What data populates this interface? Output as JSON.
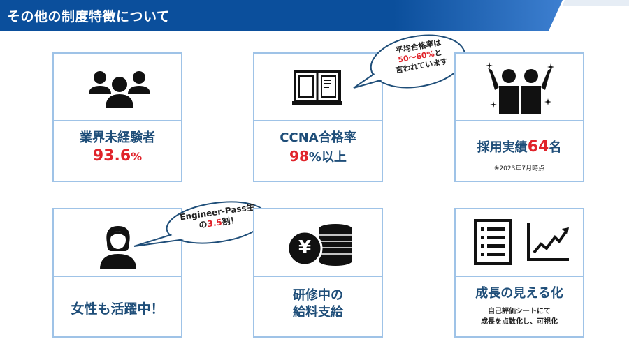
{
  "header": {
    "title": "その他の制度特徴について"
  },
  "cards": {
    "inexperienced": {
      "label": "業界未経験者",
      "value": "93.6",
      "unit": "%"
    },
    "ccna": {
      "label": "CCNA合格率",
      "value": "98",
      "unit": "%以上",
      "bubble": {
        "line1": "平均合格率は",
        "line2": "50～60%",
        "line3": "と",
        "line4": "言われています"
      }
    },
    "hires": {
      "label_pre": "採用実績",
      "value": "64",
      "unit": "名",
      "note": "※2023年7月時点"
    },
    "women": {
      "label": "女性も活躍中！",
      "bubble": {
        "line1": "Engineer-Pass生",
        "line2_pre": "の",
        "line2_value": "3.5",
        "line2_post": "割！"
      }
    },
    "salary": {
      "line1": "研修中の",
      "line2": "給料支給",
      "coin_symbol": "¥"
    },
    "growth": {
      "label": "成長の見える化",
      "note1": "自己評価シートにて",
      "note2": "成長を点数化し、可視化"
    }
  },
  "colors": {
    "header_blue": "#0b4f9c",
    "card_border": "#9fc3e7",
    "text_blue": "#1f4e79",
    "accent_red": "#e0242b"
  },
  "icons": [
    "group-icon",
    "book-icon",
    "celebrating-people-icon",
    "woman-icon",
    "yen-coins-icon",
    "checklist-icon",
    "growth-chart-icon"
  ]
}
